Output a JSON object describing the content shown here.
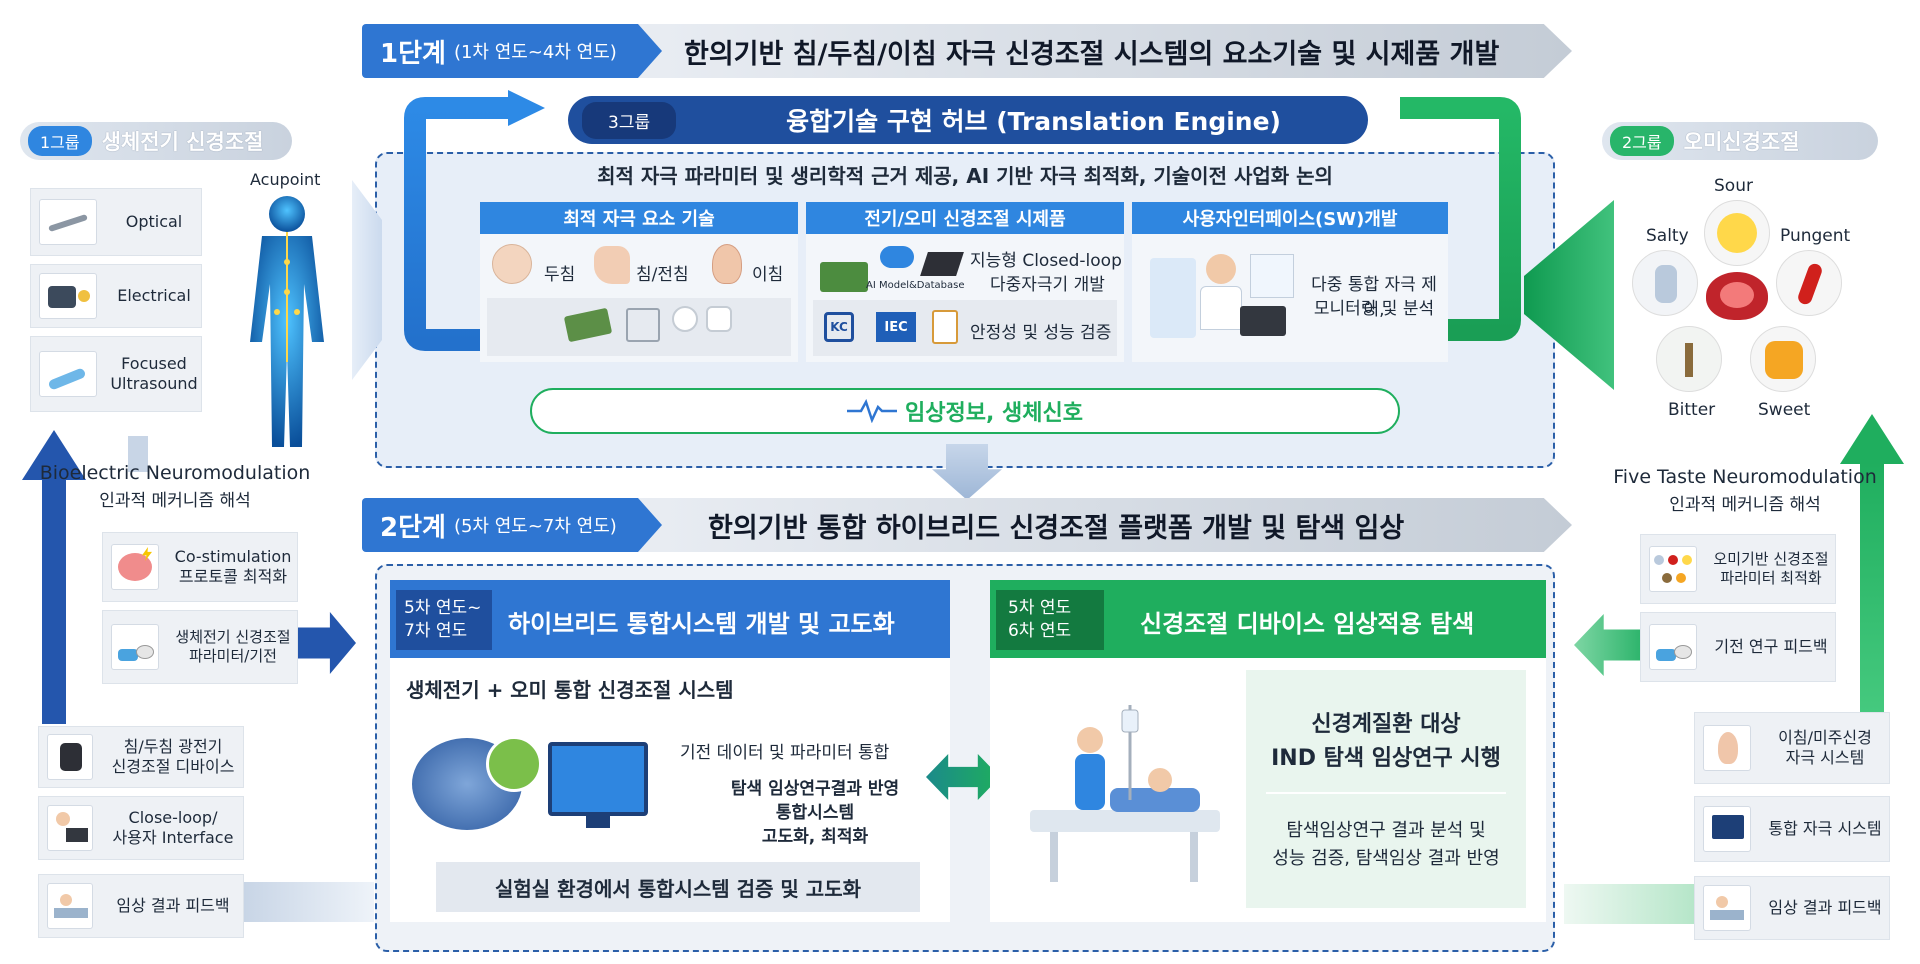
{
  "stage1": {
    "label": "1단계",
    "period": "(1차 연도~4차 연도)",
    "title": "한의기반 침/두침/이침 자극 신경조절 시스템의 요소기술 및 시제품 개발"
  },
  "group3": {
    "pill": "3그룹",
    "title": "융합기술 구현 허브 (Translation Engine)",
    "subtitle": "최적 자극 파라미터 및 생리학적 근거 제공, AI 기반 자극 최적화, 기술이전 사업화 논의",
    "col1": {
      "head": "최적 자극 요소 기술",
      "items": [
        "두침",
        "침/전침",
        "이침"
      ]
    },
    "col2": {
      "head": "전기/오미 신경조절 시제품",
      "ai_label": "AI Model&Database",
      "closed_loop": "지능형 Closed-loop",
      "multi": "다중자극기 개발",
      "kc": "KC",
      "iec": "IEC",
      "safety": "안정성 및 성능 검증"
    },
    "col3": {
      "head": "사용자인터페이스(SW)개발",
      "line1": "다중 통합 자극 제어,",
      "line2": "모니터링 및 분석"
    },
    "clinical": "임상정보, 생체신호"
  },
  "group1": {
    "pill": "1그룹",
    "name": "생체전기 신경조절",
    "acupoint": "Acupoint",
    "items": [
      "Optical",
      "Electrical",
      "Focused",
      "Ultrasound"
    ],
    "bio_title": "Bioelectric Neuromodulation",
    "bio_sub": "인과적 메커니즘 해석",
    "co1": "Co-stimulation",
    "co2": "프로토콜 최적화",
    "param1": "생체전기 신경조절",
    "param2": "파라미터/기전",
    "dev1": "침/두침 광전기",
    "dev2": "신경조절 디바이스",
    "loop1": "Close-loop/",
    "loop2": "사용자 Interface",
    "feedback": "임상 결과 피드백"
  },
  "group2": {
    "pill": "2그룹",
    "name": "오미신경조절",
    "tastes": {
      "sour": "Sour",
      "salty": "Salty",
      "pungent": "Pungent",
      "bitter": "Bitter",
      "sweet": "Sweet"
    },
    "five_title": "Five Taste Neuromodulation",
    "five_sub": "인과적 메커니즘 해석",
    "param1": "오미기반 신경조절",
    "param2": "파라미터 최적화",
    "mech": "기전 연구 피드백",
    "ear1": "이침/미주신경",
    "ear2": "자극 시스템",
    "integrated": "통합 자극 시스템",
    "feedback": "임상 결과 피드백"
  },
  "stage2": {
    "label": "2단계",
    "period": "(5차 연도~7차 연도)",
    "title": "한의기반 통합 하이브리드 신경조절 플랫폼 개발 및 탐색 임상"
  },
  "hybrid": {
    "year1": "5차 연도~",
    "year2": "7차 연도",
    "title": "하이브리드 통합시스템 개발 및 고도화",
    "system": "생체전기 + 오미  통합 신경조절 시스템",
    "line1": "기전 데이터 및 파라미터 통합",
    "line2": "탐색 임상연구결과 반영",
    "line3": "통합시스템",
    "line4": "고도화, 최적화",
    "verify": "실험실 환경에서 통합시스템 검증 및 고도화"
  },
  "clinicalApp": {
    "year1": "5차 연도",
    "year2": "6차 연도",
    "title": "신경조절 디바이스 임상적용 탐색",
    "target1": "신경계질환 대상",
    "target2": "IND 탐색 임상연구 시행",
    "result1": "탐색임상연구 결과 분석 및",
    "result2": "성능 검증, 탐색임상 결과 반영"
  },
  "colors": {
    "blue": "#2f76d2",
    "green": "#1fae5e",
    "navy": "#1f4f9e"
  }
}
